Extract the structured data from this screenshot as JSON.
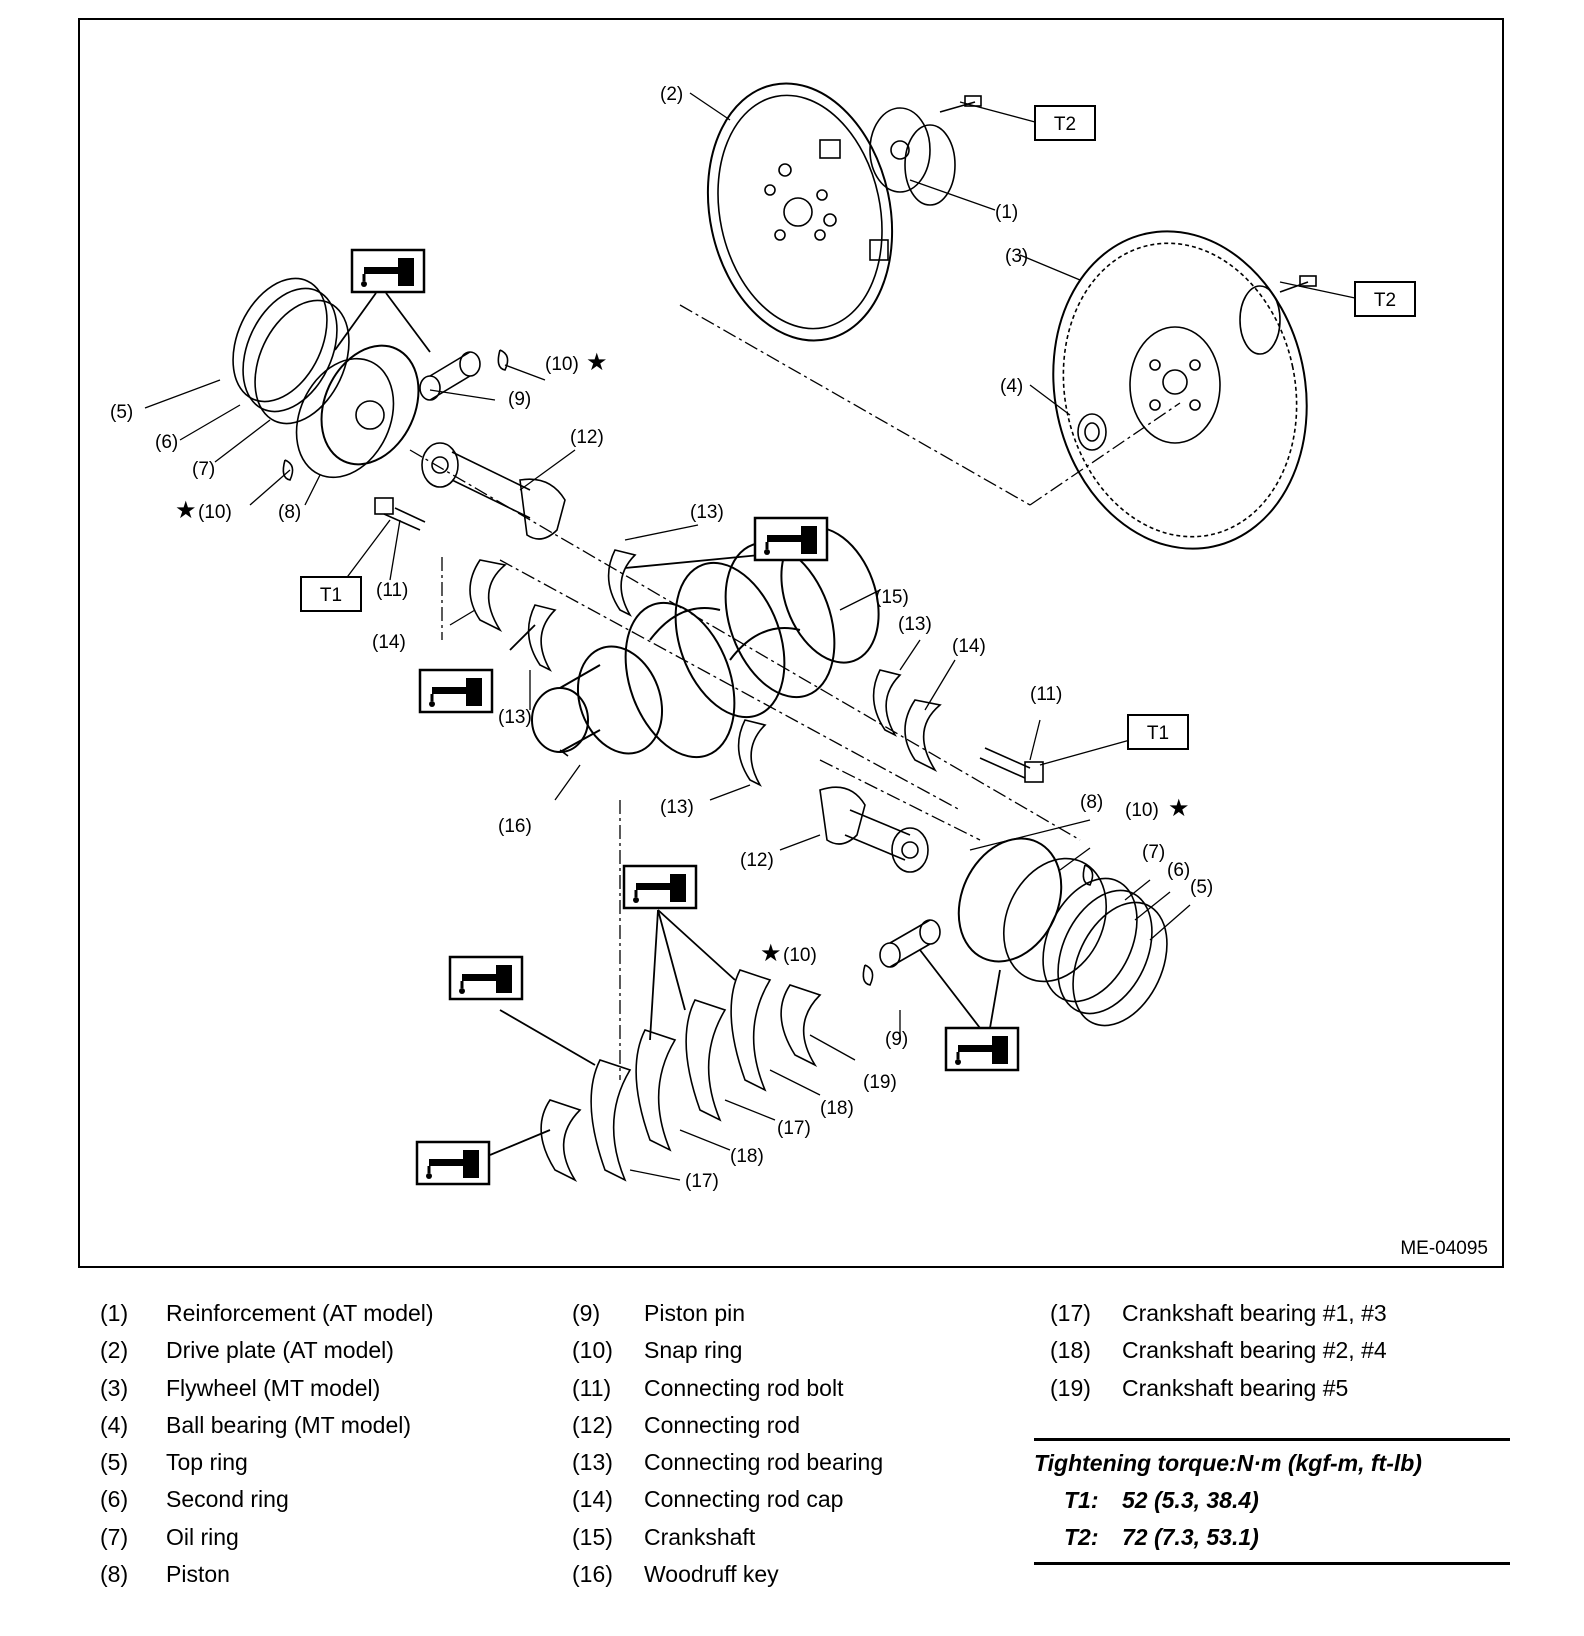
{
  "diagram": {
    "ref_code": "ME-04095",
    "torque_boxes": [
      "T1",
      "T2"
    ],
    "callouts": [
      "(1)",
      "(2)",
      "(3)",
      "(4)",
      "(5)",
      "(6)",
      "(7)",
      "(8)",
      "(9)",
      "(10)",
      "(11)",
      "(12)",
      "(13)",
      "(14)",
      "(15)",
      "(16)",
      "(17)",
      "(18)",
      "(19)"
    ],
    "star_symbol": "★",
    "oil_icon": "engine-oil-application-icon"
  },
  "legend": {
    "col1": [
      {
        "num": "(1)",
        "text": "Reinforcement (AT model)"
      },
      {
        "num": "(2)",
        "text": "Drive plate (AT model)"
      },
      {
        "num": "(3)",
        "text": "Flywheel (MT model)"
      },
      {
        "num": "(4)",
        "text": "Ball bearing (MT model)"
      },
      {
        "num": "(5)",
        "text": "Top ring"
      },
      {
        "num": "(6)",
        "text": "Second ring"
      },
      {
        "num": "(7)",
        "text": "Oil ring"
      },
      {
        "num": "(8)",
        "text": "Piston"
      }
    ],
    "col2": [
      {
        "num": "(9)",
        "text": "Piston pin"
      },
      {
        "num": "(10)",
        "text": "Snap ring"
      },
      {
        "num": "(11)",
        "text": "Connecting rod bolt"
      },
      {
        "num": "(12)",
        "text": "Connecting rod"
      },
      {
        "num": "(13)",
        "text": "Connecting rod bearing"
      },
      {
        "num": "(14)",
        "text": "Connecting rod cap"
      },
      {
        "num": "(15)",
        "text": "Crankshaft"
      },
      {
        "num": "(16)",
        "text": "Woodruff key"
      }
    ],
    "col3": [
      {
        "num": "(17)",
        "text": "Crankshaft bearing #1, #3"
      },
      {
        "num": "(18)",
        "text": "Crankshaft bearing #2, #4"
      },
      {
        "num": "(19)",
        "text": "Crankshaft bearing #5"
      }
    ]
  },
  "torque": {
    "title": "Tightening torque:N·m (kgf-m, ft-lb)",
    "rows": [
      {
        "label": "T1:",
        "value": "52 (5.3, 38.4)"
      },
      {
        "label": "T2:",
        "value": "72 (7.3, 53.1)"
      }
    ]
  }
}
